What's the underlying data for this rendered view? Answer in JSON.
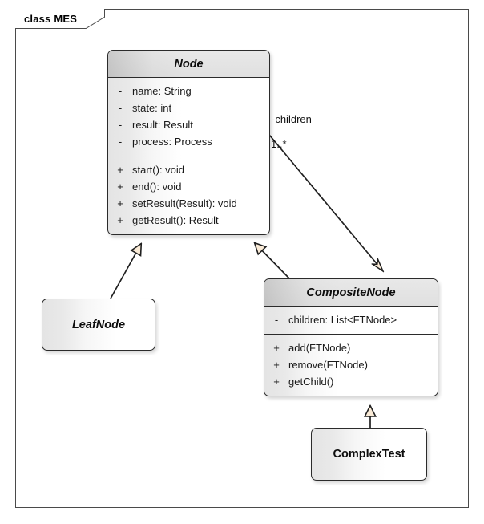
{
  "frame": {
    "label": "class MES"
  },
  "classes": [
    {
      "id": "node",
      "name": "Node",
      "abstract": true,
      "attributes": [
        {
          "visibility": "-",
          "signature": "name: String"
        },
        {
          "visibility": "-",
          "signature": "state: int"
        },
        {
          "visibility": "-",
          "signature": "result: Result"
        },
        {
          "visibility": "-",
          "signature": "process: Process"
        }
      ],
      "operations": [
        {
          "visibility": "+",
          "signature": "start(): void"
        },
        {
          "visibility": "+",
          "signature": "end(): void"
        },
        {
          "visibility": "+",
          "signature": "setResult(Result): void"
        },
        {
          "visibility": "+",
          "signature": "getResult(): Result"
        }
      ]
    },
    {
      "id": "leafnode",
      "name": "LeafNode",
      "abstract": true,
      "attributes": [],
      "operations": []
    },
    {
      "id": "compositenode",
      "name": "CompositeNode",
      "abstract": true,
      "attributes": [
        {
          "visibility": "-",
          "signature": "children: List<FTNode>"
        }
      ],
      "operations": [
        {
          "visibility": "+",
          "signature": "add(FTNode)"
        },
        {
          "visibility": "+",
          "signature": "remove(FTNode)"
        },
        {
          "visibility": "+",
          "signature": "getChild()"
        }
      ]
    },
    {
      "id": "complextest",
      "name": "ComplexTest",
      "abstract": false,
      "attributes": [],
      "operations": []
    }
  ],
  "edges": [
    {
      "id": "children-association",
      "type": "association",
      "from": "node",
      "to": "compositenode",
      "role_label": "-children",
      "multiplicity": "1..*"
    },
    {
      "id": "leafnode-generalization",
      "type": "generalization",
      "from": "leafnode",
      "to": "node"
    },
    {
      "id": "compositenode-generalization",
      "type": "generalization",
      "from": "compositenode",
      "to": "node"
    },
    {
      "id": "complextest-generalization",
      "type": "generalization",
      "from": "complextest",
      "to": "compositenode"
    }
  ],
  "colors": {
    "line": "#1f1f1f",
    "arrowhead_fill": "#faebd7",
    "box_border": "#2b2b2b",
    "frame_border": "#4a4a4a",
    "text": "#1a1a1a"
  }
}
